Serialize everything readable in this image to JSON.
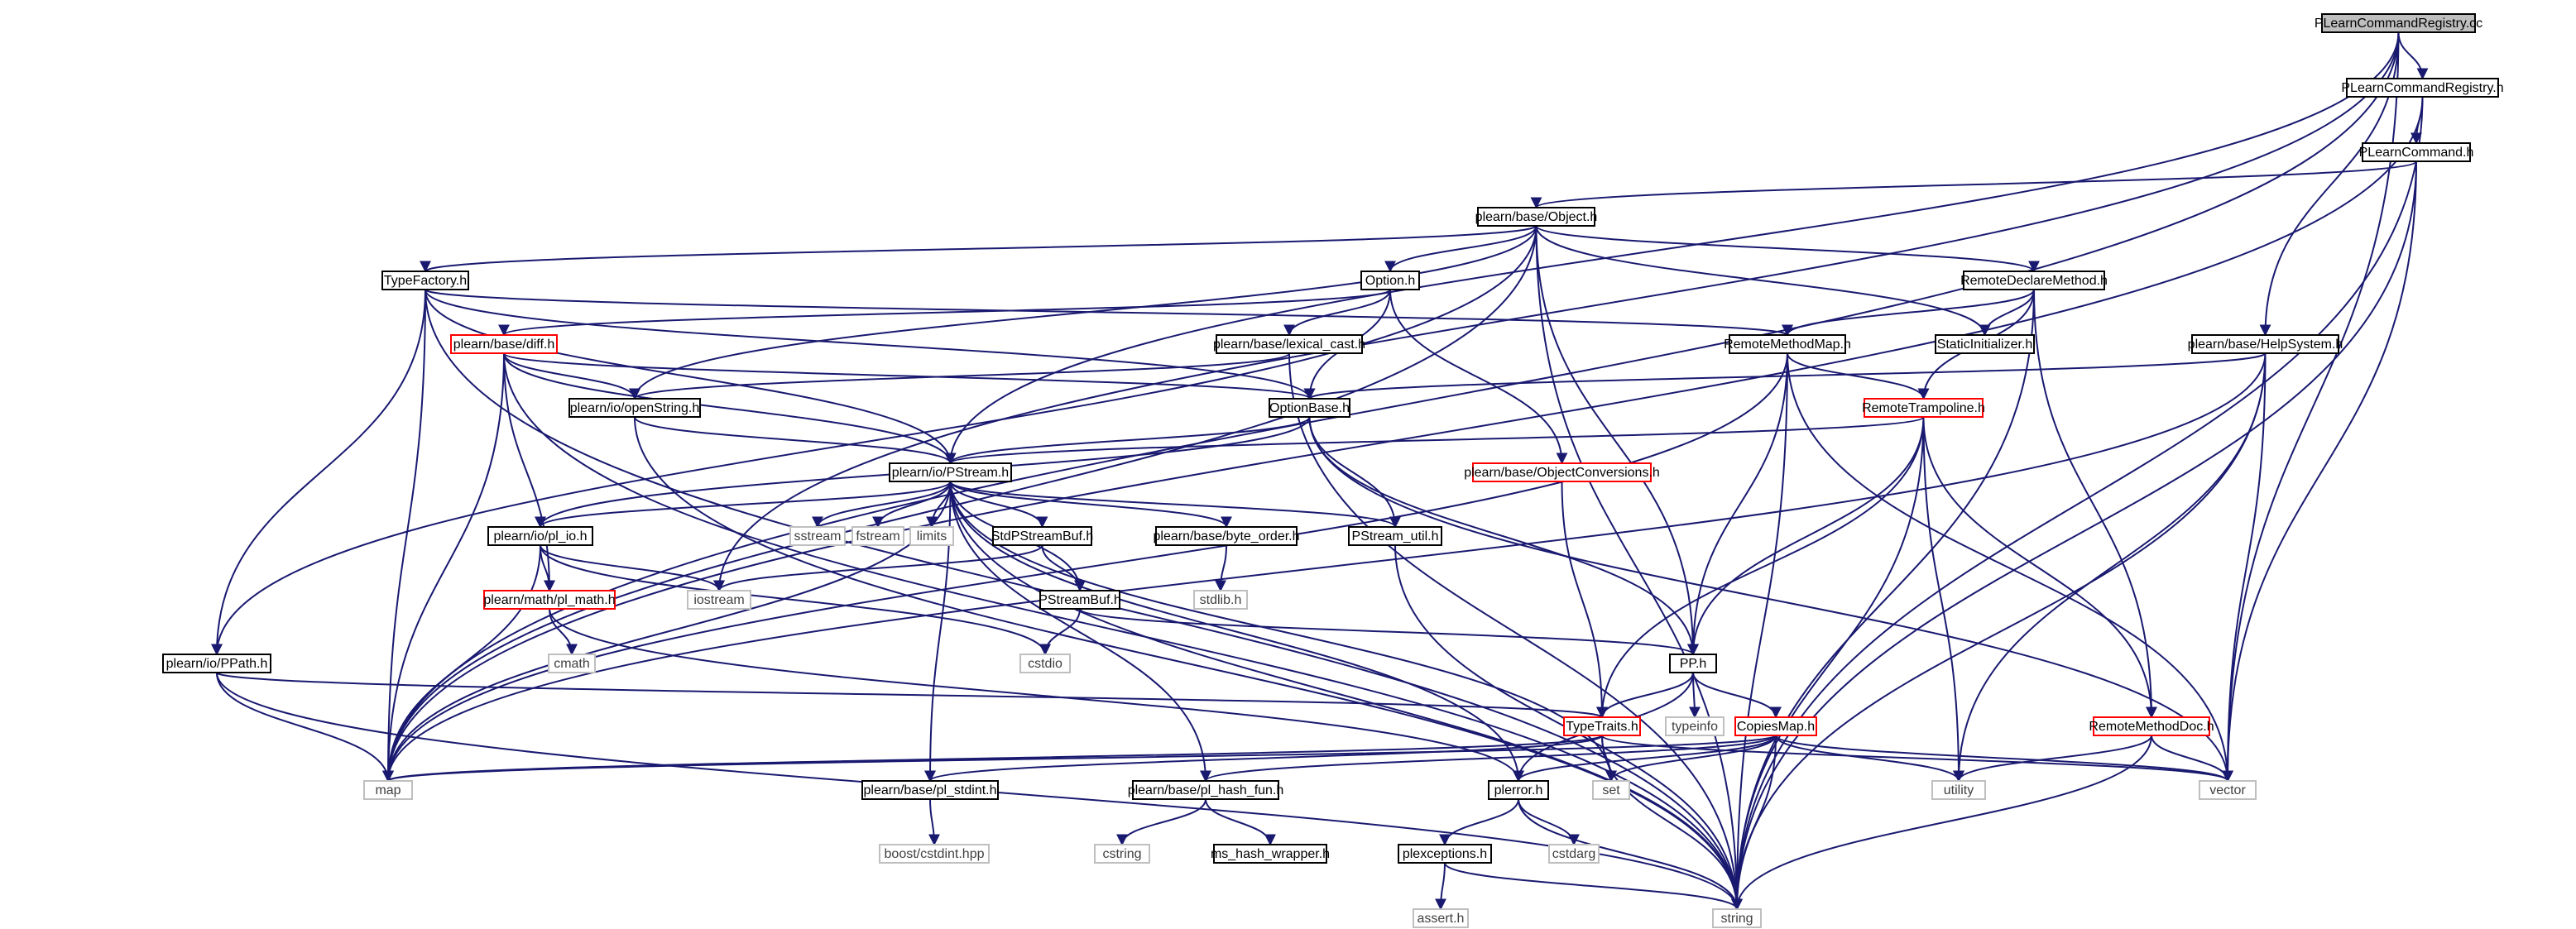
{
  "graph_title": "",
  "colors": {
    "edge": "#191970",
    "root_fill": "#bfbfbf",
    "root_border": "#000000",
    "normal_border": "#000000",
    "truncated_border": "#ff0000",
    "external_border": "#bfbfbf",
    "external_text": "#404040",
    "node_fill": "#ffffff",
    "text": "#000000"
  },
  "nodes": [
    {
      "id": "root",
      "label": "PLearnCommandRegistry.cc",
      "kind": "root"
    },
    {
      "id": "pcr_h",
      "label": "PLearnCommandRegistry.h",
      "kind": "normal"
    },
    {
      "id": "plc_h",
      "label": "PLearnCommand.h",
      "kind": "normal"
    },
    {
      "id": "object_h",
      "label": "plearn/base/Object.h",
      "kind": "normal"
    },
    {
      "id": "typefactory_h",
      "label": "TypeFactory.h",
      "kind": "normal"
    },
    {
      "id": "option_h",
      "label": "Option.h",
      "kind": "normal"
    },
    {
      "id": "rdm_h",
      "label": "RemoteDeclareMethod.h",
      "kind": "normal"
    },
    {
      "id": "helpsystem_h",
      "label": "plearn/base/HelpSystem.h",
      "kind": "normal"
    },
    {
      "id": "diff_h",
      "label": "plearn/base/diff.h",
      "kind": "truncated"
    },
    {
      "id": "lexical_h",
      "label": "plearn/base/lexical_cast.h",
      "kind": "normal"
    },
    {
      "id": "rmm_h",
      "label": "RemoteMethodMap.h",
      "kind": "normal"
    },
    {
      "id": "static_h",
      "label": "StaticInitializer.h",
      "kind": "normal"
    },
    {
      "id": "openstring_h",
      "label": "plearn/io/openString.h",
      "kind": "normal"
    },
    {
      "id": "optionbase_h",
      "label": "OptionBase.h",
      "kind": "normal"
    },
    {
      "id": "trampoline_h",
      "label": "RemoteTrampoline.h",
      "kind": "truncated"
    },
    {
      "id": "objconv_h",
      "label": "plearn/base/ObjectConversions.h",
      "kind": "truncated"
    },
    {
      "id": "pstream_h",
      "label": "plearn/io/PStream.h",
      "kind": "normal"
    },
    {
      "id": "plio_h",
      "label": "plearn/io/pl_io.h",
      "kind": "normal"
    },
    {
      "id": "sstream",
      "label": "sstream",
      "kind": "external"
    },
    {
      "id": "fstream",
      "label": "fstream",
      "kind": "external"
    },
    {
      "id": "limits",
      "label": "limits",
      "kind": "external"
    },
    {
      "id": "stdpsb_h",
      "label": "StdPStreamBuf.h",
      "kind": "normal"
    },
    {
      "id": "byteorder_h",
      "label": "plearn/base/byte_order.h",
      "kind": "normal"
    },
    {
      "id": "psutil_h",
      "label": "PStream_util.h",
      "kind": "normal"
    },
    {
      "id": "iostream",
      "label": "iostream",
      "kind": "external"
    },
    {
      "id": "plmath_h",
      "label": "plearn/math/pl_math.h",
      "kind": "truncated"
    },
    {
      "id": "psb_h",
      "label": "PStreamBuf.h",
      "kind": "normal"
    },
    {
      "id": "stdlib_h",
      "label": "stdlib.h",
      "kind": "external"
    },
    {
      "id": "cmath",
      "label": "cmath",
      "kind": "external"
    },
    {
      "id": "cstdio",
      "label": "cstdio",
      "kind": "external"
    },
    {
      "id": "ppath_h",
      "label": "plearn/io/PPath.h",
      "kind": "normal"
    },
    {
      "id": "pp_h",
      "label": "PP.h",
      "kind": "normal"
    },
    {
      "id": "typetraits_h",
      "label": "TypeTraits.h",
      "kind": "truncated"
    },
    {
      "id": "typeinfo",
      "label": "typeinfo",
      "kind": "external"
    },
    {
      "id": "copiesmap_h",
      "label": "CopiesMap.h",
      "kind": "truncated"
    },
    {
      "id": "rmdoc_h",
      "label": "RemoteMethodDoc.h",
      "kind": "truncated"
    },
    {
      "id": "map",
      "label": "map",
      "kind": "external"
    },
    {
      "id": "plstdint_h",
      "label": "plearn/base/pl_stdint.h",
      "kind": "normal"
    },
    {
      "id": "plhash_h",
      "label": "plearn/base/pl_hash_fun.h",
      "kind": "normal"
    },
    {
      "id": "plerror_h",
      "label": "plerror.h",
      "kind": "normal"
    },
    {
      "id": "set",
      "label": "set",
      "kind": "external"
    },
    {
      "id": "utility",
      "label": "utility",
      "kind": "external"
    },
    {
      "id": "vector",
      "label": "vector",
      "kind": "external"
    },
    {
      "id": "boostcstdint",
      "label": "boost/cstdint.hpp",
      "kind": "external"
    },
    {
      "id": "cstring",
      "label": "cstring",
      "kind": "external"
    },
    {
      "id": "mshash_h",
      "label": "ms_hash_wrapper.h",
      "kind": "normal"
    },
    {
      "id": "plexceptions_h",
      "label": "plexceptions.h",
      "kind": "normal"
    },
    {
      "id": "cstdarg",
      "label": "cstdarg",
      "kind": "external"
    },
    {
      "id": "assert_h",
      "label": "assert.h",
      "kind": "external"
    },
    {
      "id": "string",
      "label": "string",
      "kind": "external"
    }
  ],
  "edges": [
    [
      "root",
      "pcr_h"
    ],
    [
      "root",
      "helpsystem_h"
    ],
    [
      "root",
      "vector"
    ],
    [
      "root",
      "map"
    ],
    [
      "root",
      "pstream_h"
    ],
    [
      "root",
      "iostream"
    ],
    [
      "pcr_h",
      "plc_h"
    ],
    [
      "pcr_h",
      "map"
    ],
    [
      "pcr_h",
      "string"
    ],
    [
      "plc_h",
      "object_h"
    ],
    [
      "plc_h",
      "vector"
    ],
    [
      "plc_h",
      "string"
    ],
    [
      "object_h",
      "typefactory_h"
    ],
    [
      "object_h",
      "option_h"
    ],
    [
      "object_h",
      "rdm_h"
    ],
    [
      "object_h",
      "static_h"
    ],
    [
      "object_h",
      "pp_h"
    ],
    [
      "object_h",
      "ppath_h"
    ],
    [
      "object_h",
      "openstring_h"
    ],
    [
      "object_h",
      "map"
    ],
    [
      "object_h",
      "string"
    ],
    [
      "typefactory_h",
      "rmm_h"
    ],
    [
      "typefactory_h",
      "optionbase_h"
    ],
    [
      "typefactory_h",
      "ppath_h"
    ],
    [
      "typefactory_h",
      "pstream_h"
    ],
    [
      "typefactory_h",
      "map"
    ],
    [
      "typefactory_h",
      "string"
    ],
    [
      "option_h",
      "diff_h"
    ],
    [
      "option_h",
      "lexical_h"
    ],
    [
      "option_h",
      "optionbase_h"
    ],
    [
      "option_h",
      "objconv_h"
    ],
    [
      "rdm_h",
      "rmm_h"
    ],
    [
      "rdm_h",
      "static_h"
    ],
    [
      "rdm_h",
      "trampoline_h"
    ],
    [
      "rdm_h",
      "rmdoc_h"
    ],
    [
      "rdm_h",
      "string"
    ],
    [
      "helpsystem_h",
      "optionbase_h"
    ],
    [
      "helpsystem_h",
      "map"
    ],
    [
      "helpsystem_h",
      "vector"
    ],
    [
      "helpsystem_h",
      "utility"
    ],
    [
      "helpsystem_h",
      "string"
    ],
    [
      "diff_h",
      "openstring_h"
    ],
    [
      "diff_h",
      "optionbase_h"
    ],
    [
      "diff_h",
      "pstream_h"
    ],
    [
      "diff_h",
      "plmath_h"
    ],
    [
      "diff_h",
      "map"
    ],
    [
      "diff_h",
      "string"
    ],
    [
      "lexical_h",
      "openstring_h"
    ],
    [
      "lexical_h",
      "string"
    ],
    [
      "rmm_h",
      "trampoline_h"
    ],
    [
      "rmm_h",
      "pp_h"
    ],
    [
      "rmm_h",
      "map"
    ],
    [
      "rmm_h",
      "string"
    ],
    [
      "rmm_h",
      "vector"
    ],
    [
      "openstring_h",
      "pstream_h"
    ],
    [
      "openstring_h",
      "string"
    ],
    [
      "optionbase_h",
      "pstream_h"
    ],
    [
      "optionbase_h",
      "psutil_h"
    ],
    [
      "optionbase_h",
      "pp_h"
    ],
    [
      "optionbase_h",
      "vector"
    ],
    [
      "optionbase_h",
      "plio_h"
    ],
    [
      "trampoline_h",
      "pstream_h"
    ],
    [
      "trampoline_h",
      "pp_h"
    ],
    [
      "trampoline_h",
      "rmdoc_h"
    ],
    [
      "trampoline_h",
      "typetraits_h"
    ],
    [
      "trampoline_h",
      "utility"
    ],
    [
      "trampoline_h",
      "string"
    ],
    [
      "objconv_h",
      "typetraits_h"
    ],
    [
      "pstream_h",
      "plio_h"
    ],
    [
      "pstream_h",
      "sstream"
    ],
    [
      "pstream_h",
      "fstream"
    ],
    [
      "pstream_h",
      "limits"
    ],
    [
      "pstream_h",
      "stdpsb_h"
    ],
    [
      "pstream_h",
      "byteorder_h"
    ],
    [
      "pstream_h",
      "psutil_h"
    ],
    [
      "pstream_h",
      "psb_h"
    ],
    [
      "pstream_h",
      "map"
    ],
    [
      "pstream_h",
      "plstdint_h"
    ],
    [
      "pstream_h",
      "plhash_h"
    ],
    [
      "pstream_h",
      "plerror_h"
    ],
    [
      "pstream_h",
      "set"
    ],
    [
      "pstream_h",
      "string"
    ],
    [
      "plio_h",
      "iostream"
    ],
    [
      "plio_h",
      "plmath_h"
    ],
    [
      "plio_h",
      "map"
    ],
    [
      "plio_h",
      "cstdio"
    ],
    [
      "stdpsb_h",
      "iostream"
    ],
    [
      "stdpsb_h",
      "psb_h"
    ],
    [
      "byteorder_h",
      "stdlib_h"
    ],
    [
      "psutil_h",
      "string"
    ],
    [
      "plmath_h",
      "cmath"
    ],
    [
      "plmath_h",
      "plerror_h"
    ],
    [
      "psb_h",
      "cstdio"
    ],
    [
      "psb_h",
      "pp_h"
    ],
    [
      "ppath_h",
      "typetraits_h"
    ],
    [
      "ppath_h",
      "map"
    ],
    [
      "ppath_h",
      "string"
    ],
    [
      "pp_h",
      "typetraits_h"
    ],
    [
      "pp_h",
      "typeinfo"
    ],
    [
      "pp_h",
      "copiesmap_h"
    ],
    [
      "pp_h",
      "plerror_h"
    ],
    [
      "typetraits_h",
      "map"
    ],
    [
      "typetraits_h",
      "set"
    ],
    [
      "typetraits_h",
      "vector"
    ],
    [
      "typetraits_h",
      "plstdint_h"
    ],
    [
      "typetraits_h",
      "string"
    ],
    [
      "copiesmap_h",
      "map"
    ],
    [
      "copiesmap_h",
      "set"
    ],
    [
      "copiesmap_h",
      "vector"
    ],
    [
      "copiesmap_h",
      "utility"
    ],
    [
      "copiesmap_h",
      "plhash_h"
    ],
    [
      "copiesmap_h",
      "plerror_h"
    ],
    [
      "copiesmap_h",
      "string"
    ],
    [
      "rmdoc_h",
      "utility"
    ],
    [
      "rmdoc_h",
      "vector"
    ],
    [
      "rmdoc_h",
      "string"
    ],
    [
      "plstdint_h",
      "boostcstdint"
    ],
    [
      "plhash_h",
      "cstring"
    ],
    [
      "plhash_h",
      "mshash_h"
    ],
    [
      "plerror_h",
      "plexceptions_h"
    ],
    [
      "plerror_h",
      "cstdarg"
    ],
    [
      "plerror_h",
      "string"
    ],
    [
      "plexceptions_h",
      "assert_h"
    ],
    [
      "plexceptions_h",
      "string"
    ]
  ]
}
